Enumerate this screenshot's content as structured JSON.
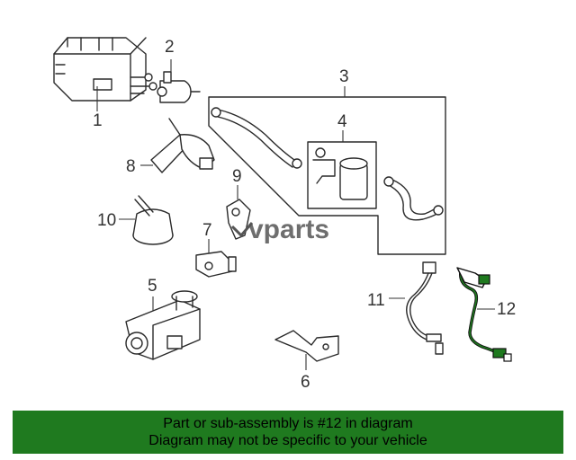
{
  "diagram": {
    "callouts": [
      "1",
      "2",
      "3",
      "4",
      "5",
      "6",
      "7",
      "8",
      "9",
      "10",
      "11",
      "12"
    ],
    "highlight_color": "#1f7a1f",
    "watermark": "vparts"
  },
  "banner": {
    "line1": "Part or sub-assembly is #12 in diagram",
    "line2": "Diagram may not be specific to your vehicle",
    "background": "#1f7a1f"
  }
}
